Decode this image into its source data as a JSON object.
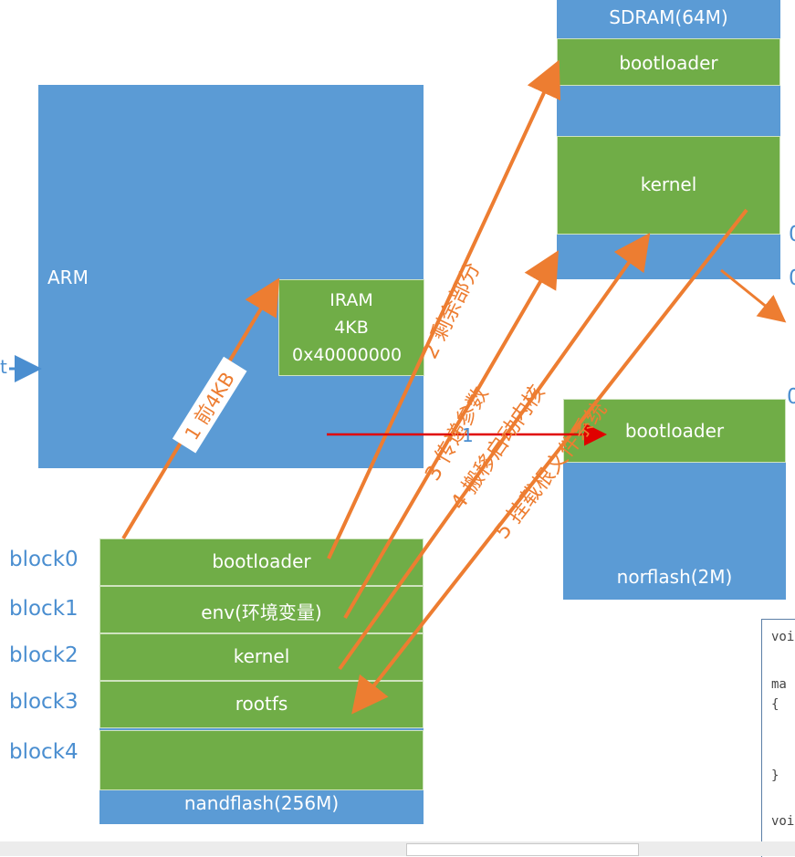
{
  "arm": {
    "label": "ARM",
    "input_label": "t"
  },
  "iram": {
    "line1": "IRAM",
    "line2": "4KB",
    "line3": "0x40000000"
  },
  "sdram": {
    "title": "SDRAM(64M)",
    "bootloader": "bootloader",
    "kernel": "kernel"
  },
  "norflash": {
    "bootloader": "bootloader",
    "label": "norflash(2M)",
    "side_chars": [
      "0",
      "0",
      "0"
    ]
  },
  "nandflash": {
    "rows": [
      "bootloader",
      "env(环境变量)",
      "kernel",
      "rootfs",
      ""
    ],
    "label": "nandflash(256M)"
  },
  "blocks": [
    "block0",
    "block1",
    "block2",
    "block3",
    "block4"
  ],
  "steps": {
    "s1": "1 前4KB",
    "s2": "2 剩余部分",
    "s3": "3 传递参数",
    "s4": "4 搬移启动内核",
    "s5": "5 挂载根文件系统",
    "red": "1"
  },
  "code": {
    "lines": [
      "voi",
      "ma",
      "{",
      "}",
      "voi"
    ]
  },
  "colors": {
    "blue": "#5b9bd5",
    "green": "#70ad47",
    "orange": "#ed7d31",
    "red": "#e00000"
  }
}
